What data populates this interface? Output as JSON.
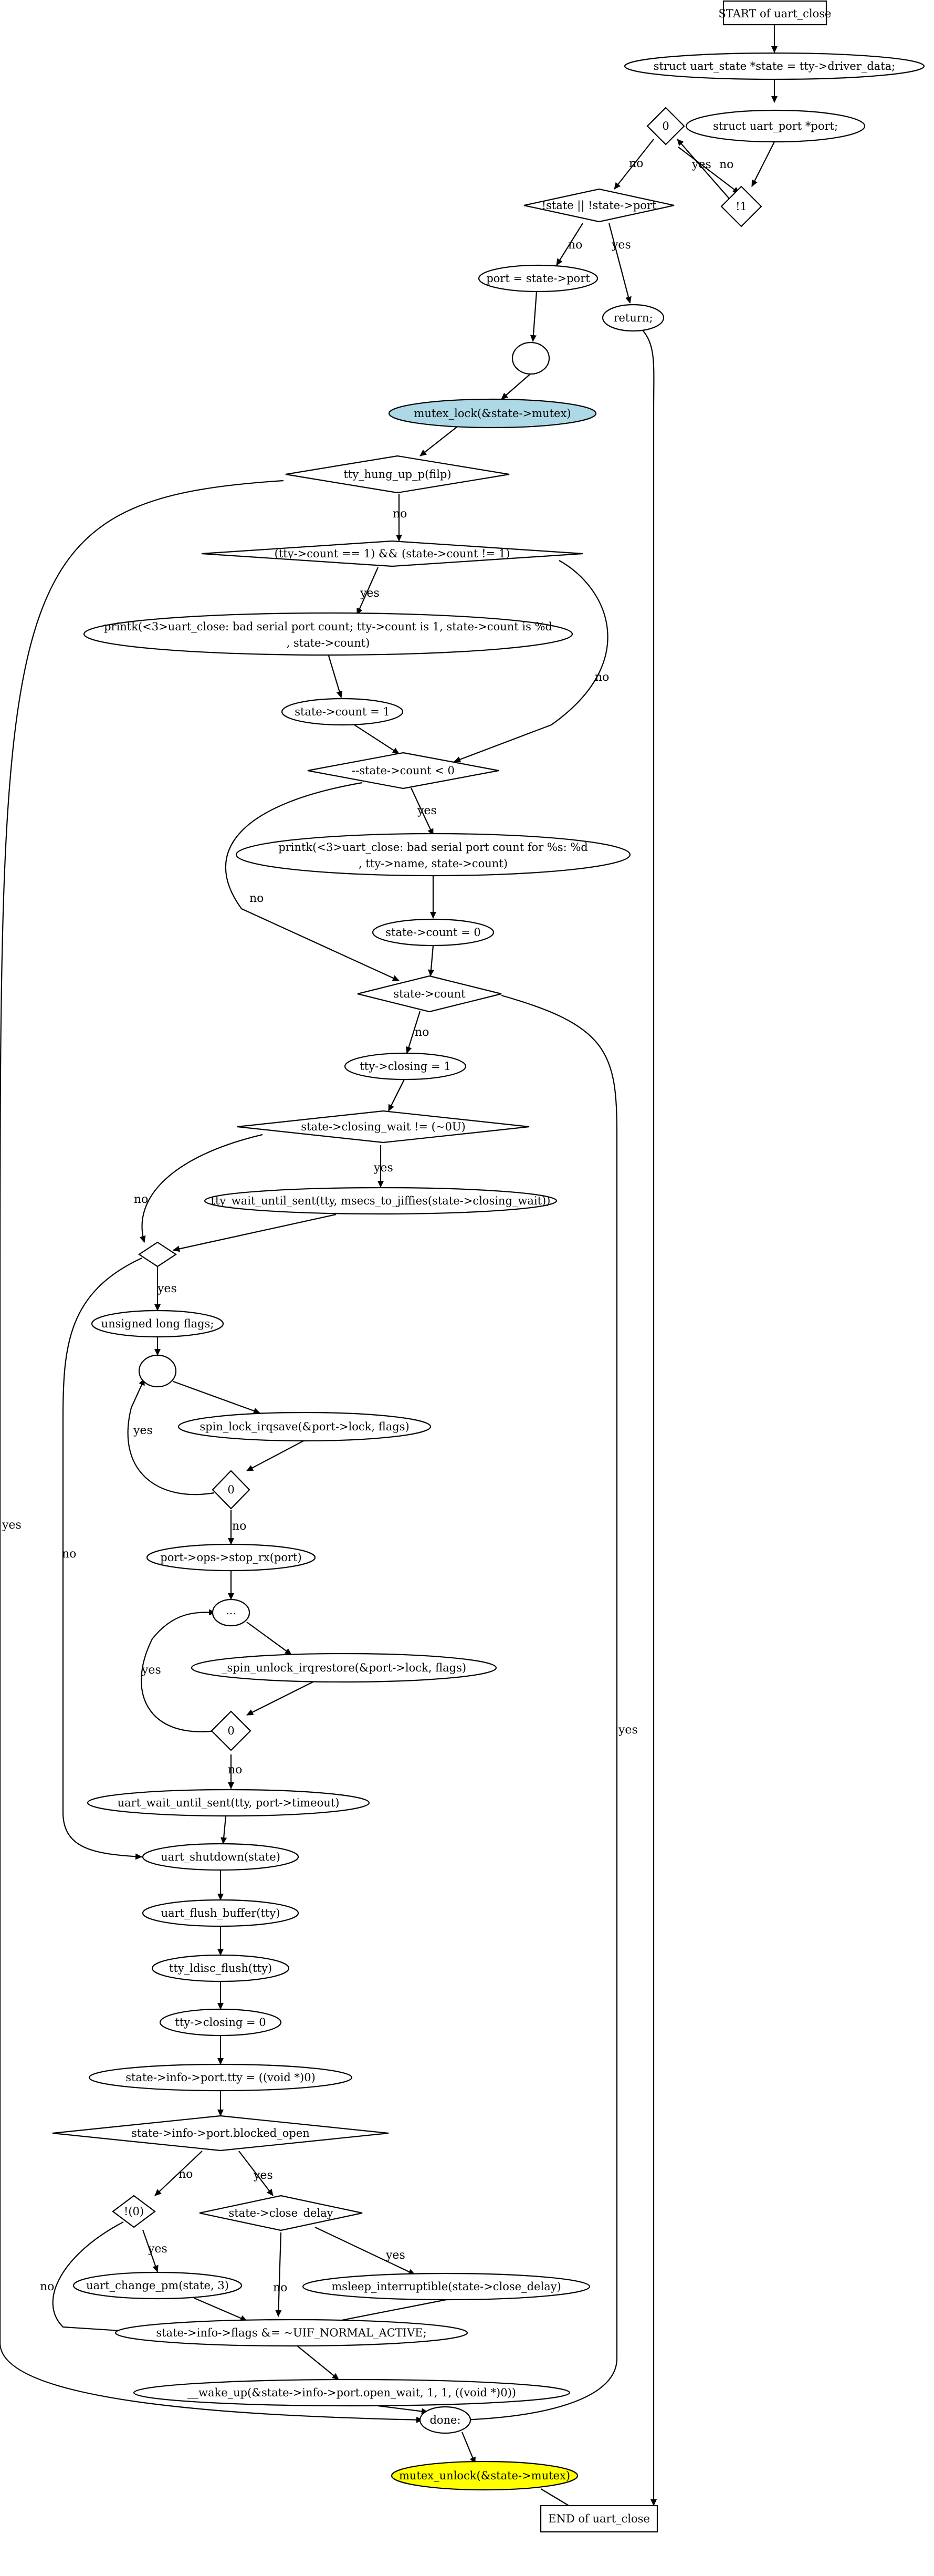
{
  "nodes": {
    "start": {
      "label": "START of uart_close"
    },
    "n1": {
      "label": "struct uart_state *state = tty->driver_data;"
    },
    "d0": {
      "label": "0"
    },
    "n2": {
      "label": "struct uart_port *port;"
    },
    "d1": {
      "label": "!1"
    },
    "d2": {
      "label": "!state || !state->port"
    },
    "n3": {
      "label": "port = state->port"
    },
    "n4": {
      "label": "return;"
    },
    "n5": {
      "label": ""
    },
    "n6": {
      "label": "mutex_lock(&state->mutex)"
    },
    "d3": {
      "label": "tty_hung_up_p(filp)"
    },
    "d4": {
      "label": "(tty->count == 1) && (state->count != 1)"
    },
    "n7": {
      "label": "printk(<3>uart_close: bad serial port count; tty->count is 1, state->count is %d",
      "label2": ", state->count)"
    },
    "n8": {
      "label": "state->count = 1"
    },
    "d5": {
      "label": "--state->count < 0"
    },
    "n9": {
      "label": "printk(<3>uart_close: bad serial port count for %s: %d",
      "label2": ", tty->name, state->count)"
    },
    "n10": {
      "label": "state->count = 0"
    },
    "d6": {
      "label": "state->count"
    },
    "n11": {
      "label": "tty->closing = 1"
    },
    "d7": {
      "label": "state->closing_wait != (~0U)"
    },
    "n12": {
      "label": "tty_wait_until_sent(tty, msecs_to_jiffies(state->closing_wait))"
    },
    "d8": {
      "label": ""
    },
    "n13": {
      "label": "unsigned long flags;"
    },
    "n14": {
      "label": ""
    },
    "n15": {
      "label": "spin_lock_irqsave(&port->lock, flags)"
    },
    "d9": {
      "label": "0"
    },
    "n16": {
      "label": "port->ops->stop_rx(port)"
    },
    "n17": {
      "label": "..."
    },
    "n18": {
      "label": "_spin_unlock_irqrestore(&port->lock, flags)"
    },
    "d10": {
      "label": "0"
    },
    "n19": {
      "label": "uart_wait_until_sent(tty, port->timeout)"
    },
    "n20": {
      "label": "uart_shutdown(state)"
    },
    "n21": {
      "label": "uart_flush_buffer(tty)"
    },
    "n22": {
      "label": "tty_ldisc_flush(tty)"
    },
    "n23": {
      "label": "tty->closing = 0"
    },
    "n24": {
      "label": "state->info->port.tty = ((void *)0)"
    },
    "d11": {
      "label": "state->info->port.blocked_open"
    },
    "d12": {
      "label": "!(0)"
    },
    "d13": {
      "label": "state->close_delay"
    },
    "n25": {
      "label": "uart_change_pm(state, 3)"
    },
    "n26": {
      "label": "msleep_interruptible(state->close_delay)"
    },
    "n27": {
      "label": "state->info->flags &= ~UIF_NORMAL_ACTIVE;"
    },
    "n28": {
      "label": "__wake_up(&state->info->port.open_wait, 1, 1, ((void *)0))"
    },
    "n29": {
      "label": "done:"
    },
    "n30": {
      "label": "mutex_unlock(&state->mutex)"
    },
    "end": {
      "label": "END of uart_close"
    }
  },
  "edge_labels": {
    "yes": "yes",
    "no": "no"
  },
  "colors": {
    "mutex_lock_fill": "#add8e6",
    "mutex_unlock_fill": "#ffff00",
    "stroke": "#000000"
  }
}
